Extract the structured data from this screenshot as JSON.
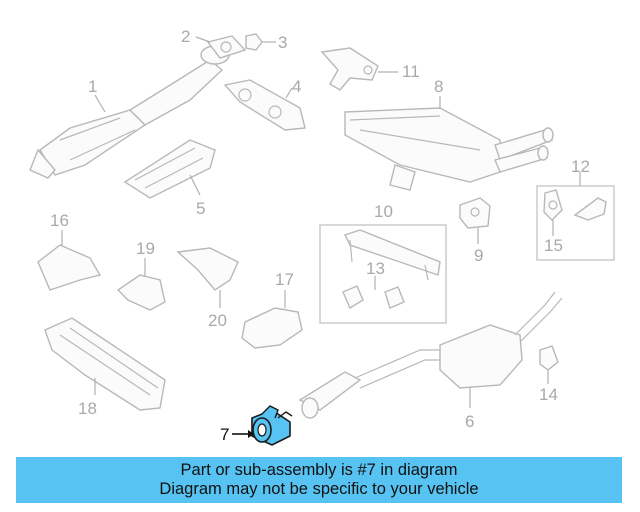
{
  "callouts": {
    "c1": "1",
    "c2": "2",
    "c3": "3",
    "c4": "4",
    "c5": "5",
    "c6": "6",
    "c7": "7",
    "c8": "8",
    "c9": "9",
    "c10": "10",
    "c11": "11",
    "c12": "12",
    "c13": "13",
    "c14": "14",
    "c15": "15",
    "c16": "16",
    "c17": "17",
    "c18": "18",
    "c19": "19",
    "c20": "20"
  },
  "highlight_part": "7",
  "colors": {
    "banner": "#56c3f2",
    "highlight_part": "#56c3f2",
    "line_art": "#b8b8b8",
    "callout_text": "#a9a9a9"
  },
  "banner": {
    "line1": "Part or sub-assembly is #7 in diagram",
    "line2": "Diagram may not be specific to your vehicle"
  }
}
